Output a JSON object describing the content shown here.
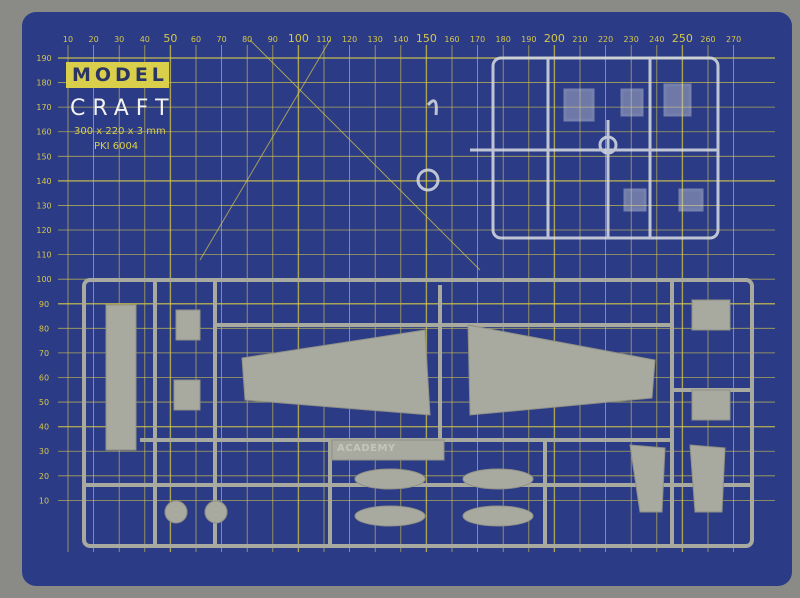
{
  "mat": {
    "brand_top": "MODEL",
    "brand_bottom": "CRAFT",
    "size": "300 x 220 x 3 mm",
    "code": "PKI 6004",
    "mat_color": "#2c3b86",
    "grid_color": "#d4c84a",
    "ruler_top": [
      "10",
      "20",
      "30",
      "40",
      "50",
      "60",
      "70",
      "80",
      "90",
      "100",
      "110",
      "120",
      "130",
      "140",
      "150",
      "160",
      "170",
      "180",
      "190",
      "200",
      "210",
      "220",
      "230",
      "240",
      "250",
      "260",
      "270"
    ],
    "ruler_left": [
      "190",
      "180",
      "170",
      "160",
      "150",
      "140",
      "130",
      "120",
      "110",
      "100",
      "90",
      "80",
      "70",
      "60",
      "50",
      "40",
      "30",
      "20",
      "10"
    ]
  },
  "sprue": {
    "color": "#a9aa9f",
    "label": "ACADEMY",
    "clear_color": "#d8dde2"
  },
  "background_color": "#8a8b86"
}
